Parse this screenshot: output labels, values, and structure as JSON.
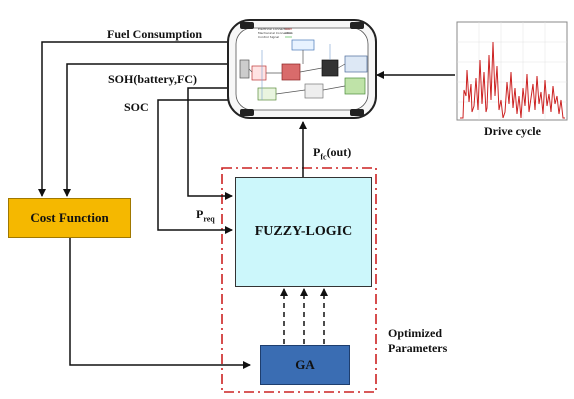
{
  "labels": {
    "fuel_consumption": "Fuel Consumption",
    "soh": "SOH(battery,FC)",
    "soc": "SOC",
    "drive_cycle": "Drive cycle",
    "pfc_main": "P",
    "pfc_sub": "fc",
    "pfc_suffix": "(out)",
    "preq_main": "P",
    "preq_sub": "req",
    "optimized_line1": "Optimized",
    "optimized_line2": "Parameters"
  },
  "blocks": {
    "cost_function": "Cost Function",
    "fuzzy_logic": "FUZZY-LOGIC",
    "ga": "GA"
  },
  "colors": {
    "cost_fill": "#f5b800",
    "fuzzy_fill": "#ccf7fb",
    "ga_fill": "#3a6db3",
    "dashed_frame": "#cc2222",
    "drive_signal": "#cc2222",
    "arrow": "#111111"
  }
}
